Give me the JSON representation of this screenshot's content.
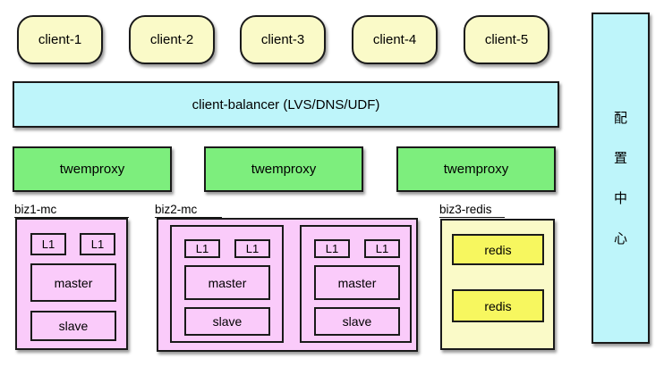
{
  "diagram": {
    "clients": [
      "client-1",
      "client-2",
      "client-3",
      "client-4",
      "client-5"
    ],
    "balancer_label": "client-balancer (LVS/DNS/UDF)",
    "proxy_labels": [
      "twemproxy",
      "twemproxy",
      "twemproxy"
    ],
    "biz1": {
      "title": "biz1-mc",
      "l1a": "L1",
      "l1b": "L1",
      "master": "master",
      "slave": "slave"
    },
    "biz2": {
      "title": "biz2-mc",
      "shards": [
        {
          "l1a": "L1",
          "l1b": "L1",
          "master": "master",
          "slave": "slave"
        },
        {
          "l1a": "L1",
          "l1b": "L1",
          "master": "master",
          "slave": "slave"
        }
      ]
    },
    "biz3": {
      "title": "biz3-redis",
      "redis": [
        "redis",
        "redis"
      ]
    },
    "config_center": {
      "chars": [
        "配",
        "置",
        "中",
        "心"
      ]
    }
  },
  "colors": {
    "client_fill": "#FAFAC8",
    "balancer_fill": "#BEF5FA",
    "proxy_fill": "#7DEE7D",
    "mc_fill": "#FACBFA",
    "redis_outer_fill": "#FAFAC8",
    "redis_fill": "#F7F75F",
    "config_fill": "#BEF5FA",
    "border": "#1A1A1A"
  }
}
